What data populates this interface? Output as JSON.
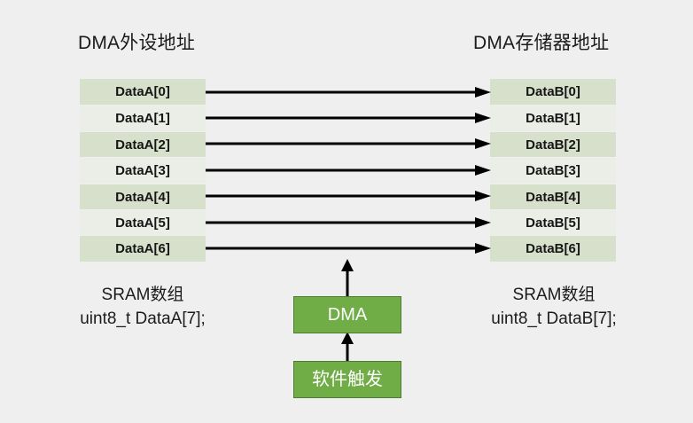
{
  "page": {
    "background_color": "#efefef",
    "text_color": "#1b1b1b"
  },
  "headings": {
    "left": "DMA外设地址",
    "right": "DMA存储器地址"
  },
  "columns": {
    "left": {
      "name": "DataA",
      "cells": [
        "DataA[0]",
        "DataA[1]",
        "DataA[2]",
        "DataA[3]",
        "DataA[4]",
        "DataA[5]",
        "DataA[6]"
      ]
    },
    "right": {
      "name": "DataB",
      "cells": [
        "DataB[0]",
        "DataB[1]",
        "DataB[2]",
        "DataB[3]",
        "DataB[4]",
        "DataB[5]",
        "DataB[6]"
      ]
    },
    "shade_colors": {
      "dark": "#d6e0ca",
      "light": "#eaeee6"
    }
  },
  "arrows": {
    "count": 7,
    "direction": "left-to-right",
    "color": "#000000",
    "vertical_color": "#000000"
  },
  "blocks": {
    "dma": {
      "label": "DMA",
      "fill": "#70ad47",
      "border": "#4e7c2f",
      "text_color": "#ffffff"
    },
    "trigger": {
      "label": "软件触发",
      "fill": "#70ad47",
      "border": "#4e7c2f",
      "text_color": "#ffffff"
    }
  },
  "captions": {
    "left": {
      "line1": "SRAM数组",
      "line2": "uint8_t DataA[7];"
    },
    "right": {
      "line1": "SRAM数组",
      "line2": "uint8_t DataB[7];"
    }
  }
}
